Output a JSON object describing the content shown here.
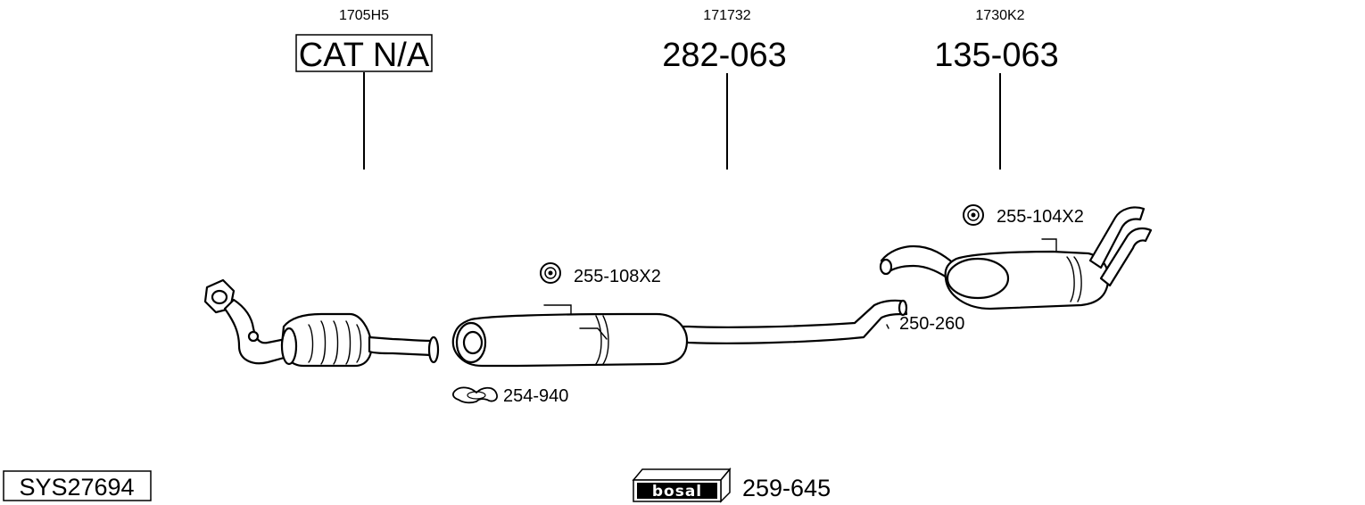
{
  "groups": [
    {
      "ref": "1705H5",
      "part_number": "CAT N/A"
    },
    {
      "ref": "171732",
      "part_number": "282-063"
    },
    {
      "ref": "1730K2",
      "part_number": "135-063"
    }
  ],
  "fittings": {
    "hanger_rear": "255-104X2",
    "hanger_middle": "255-108X2",
    "pipe": "250-260",
    "clamp": "254-940"
  },
  "system_id": "SYS27694",
  "fitting_kit": {
    "brand": "bosal",
    "part_number": "259-645"
  }
}
